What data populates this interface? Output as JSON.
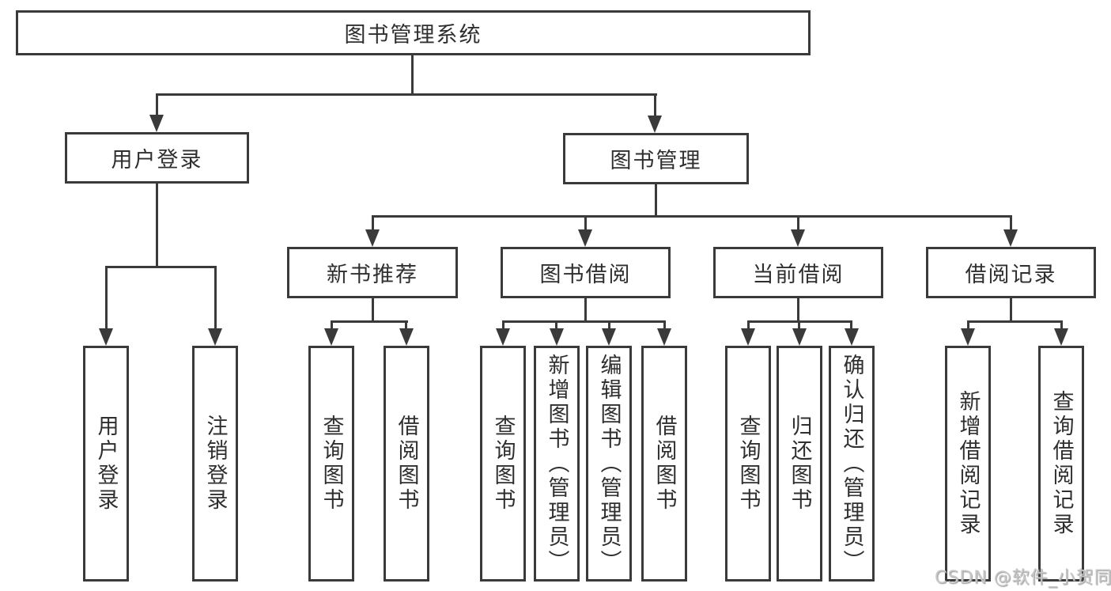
{
  "diagram": {
    "root": "图书管理系统",
    "level2": [
      "用户登录",
      "图书管理"
    ],
    "level3": [
      "新书推荐",
      "图书借阅",
      "当前借阅",
      "借阅记录"
    ],
    "leaves": {
      "user_login": [
        "用户登录",
        "注销登录"
      ],
      "new_book_recommend": [
        "查询图书",
        "借阅图书"
      ],
      "book_borrow": [
        "查询图书",
        "新增图书（管理员）",
        "编辑图书（管理员）",
        "借阅图书"
      ],
      "current_borrow": [
        "查询图书",
        "归还图书",
        "确认归还（管理员）"
      ],
      "borrow_records": [
        "新增借阅记录",
        "查询借阅记录"
      ]
    }
  },
  "watermark": "CSDN @软件_小贺同学",
  "colors": {
    "background": "#ffffff",
    "line": "#3a3a3a",
    "text": "#2f2f2f",
    "watermark": "#c6c6c6"
  }
}
